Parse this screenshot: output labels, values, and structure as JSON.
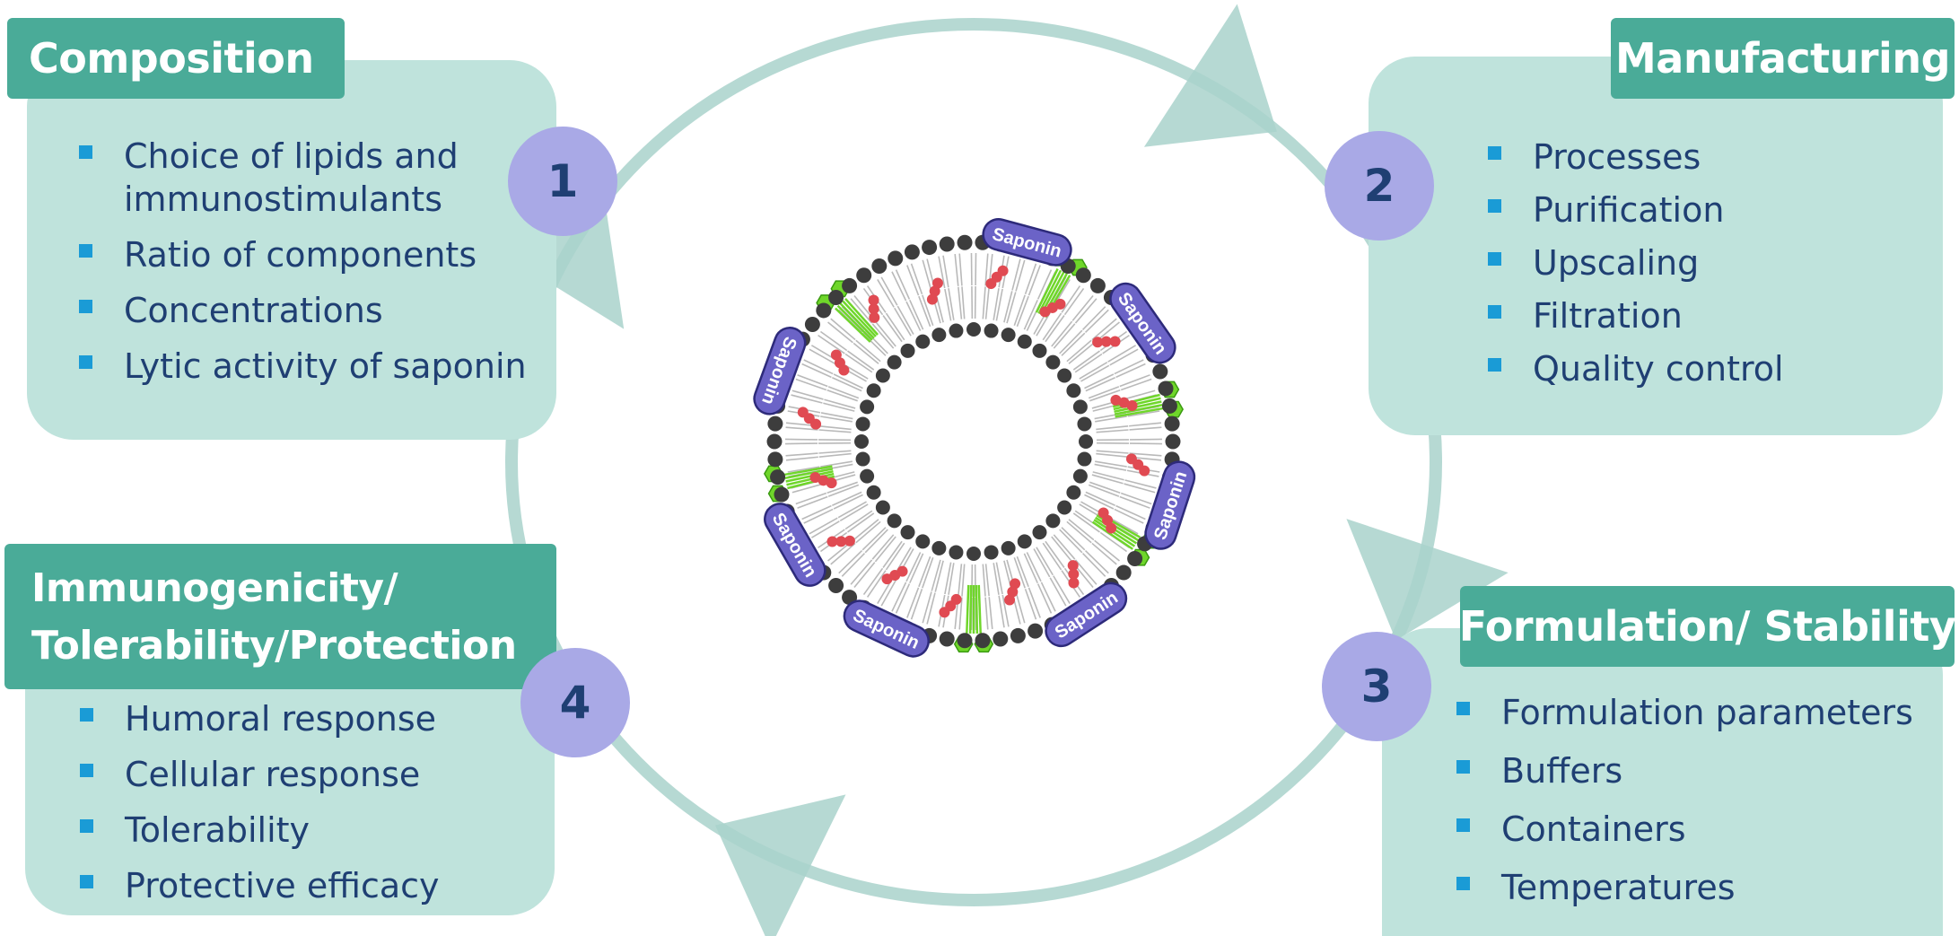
{
  "stages": [
    {
      "number": "1",
      "title": [
        "Composition"
      ],
      "items": [
        [
          "Choice of lipids and",
          "immunostimulants"
        ],
        [
          "Ratio of components"
        ],
        [
          "Concentrations"
        ],
        [
          "Lytic activity of saponin"
        ]
      ]
    },
    {
      "number": "2",
      "title": [
        "Manufacturing"
      ],
      "items": [
        [
          "Processes"
        ],
        [
          "Purification"
        ],
        [
          "Upscaling"
        ],
        [
          "Filtration"
        ],
        [
          "Quality control"
        ]
      ]
    },
    {
      "number": "3",
      "title": [
        "Formulation/ Stability"
      ],
      "items": [
        [
          "Formulation parameters"
        ],
        [
          "Buffers"
        ],
        [
          "Containers"
        ],
        [
          "Temperatures"
        ]
      ]
    },
    {
      "number": "4",
      "title": [
        "Immunogenicity/",
        "Tolerability/Protection"
      ],
      "items": [
        [
          "Humoral response"
        ],
        [
          "Cellular response"
        ],
        [
          "Tolerability"
        ],
        [
          "Protective efficacy"
        ]
      ]
    }
  ],
  "vesicle": {
    "saponin_label": "Saponin",
    "saponin_angles": [
      -75,
      -35,
      18,
      57,
      115,
      150,
      200
    ],
    "green_angles": [
      -62,
      -12,
      32,
      90,
      168,
      226
    ]
  },
  "colors": {
    "panel": "#bfe3dc",
    "header": "#4aab98",
    "circle": "#a9a9e6",
    "arrow": "#a9d2cb",
    "text": "#1f3f73",
    "bullet": "#1a9bd6",
    "saponin": "#6b63c7",
    "lipid_head": "#3d3d3d",
    "immunostimulant": "#e04a52",
    "green_lipid": "#6fd62a"
  }
}
